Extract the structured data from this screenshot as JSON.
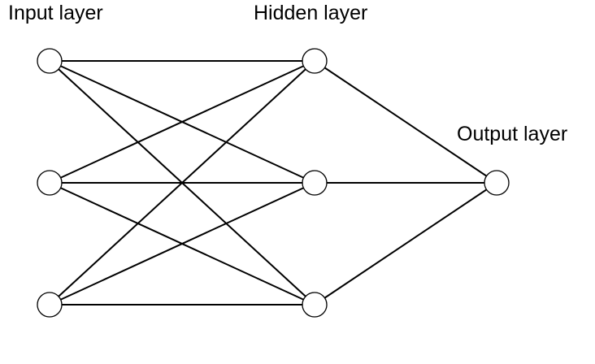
{
  "labels": {
    "input": "Input layer",
    "hidden": "Hidden layer",
    "output": "Output layer"
  },
  "layers": [
    {
      "id": "input",
      "neurons": 3
    },
    {
      "id": "hidden",
      "neurons": 3
    },
    {
      "id": "output",
      "neurons": 1
    }
  ],
  "connectivity": "fully-connected",
  "colors": {
    "stroke": "#000000",
    "background": "#ffffff"
  }
}
